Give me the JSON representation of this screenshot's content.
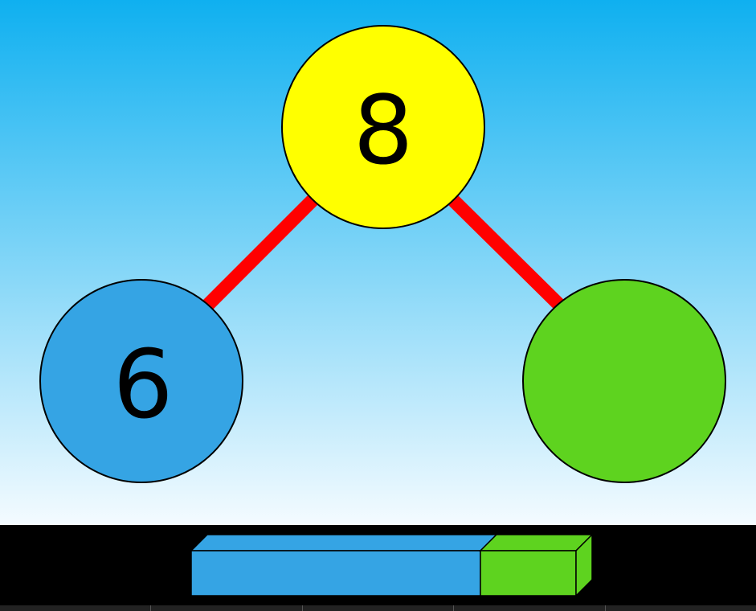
{
  "number_bond": {
    "whole": "8",
    "part_left": "6",
    "part_right": ""
  },
  "bar_model": {
    "left_fraction": 0.75,
    "right_fraction": 0.25
  },
  "colors": {
    "sky_top": "#0fb0f0",
    "sky_bottom": "#f4fbff",
    "whole_circle": "#ffff00",
    "left_circle": "#35a4e4",
    "right_circle": "#5ed31f",
    "connector": "#ff0000",
    "bar_left": "#35a4e4",
    "bar_right": "#5ed31f"
  },
  "tabs": [
    "",
    "",
    "",
    "",
    ""
  ]
}
